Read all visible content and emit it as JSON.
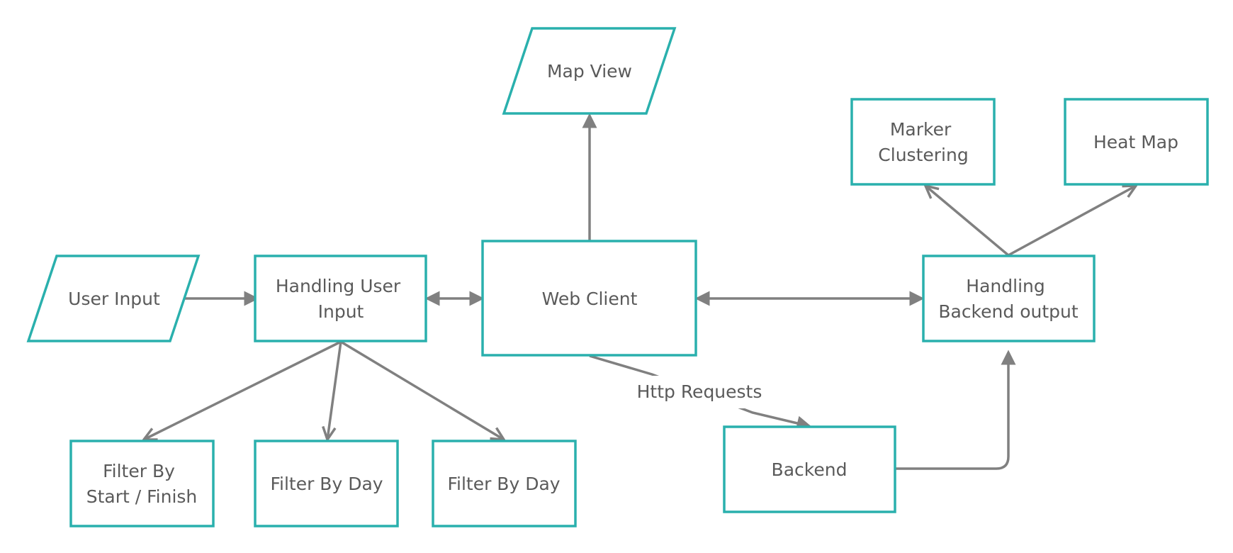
{
  "colors": {
    "node_border": "#2ab0ad",
    "edge": "#808080",
    "text": "#5a5a5a",
    "background": "#ffffff"
  },
  "nodes": {
    "map_view": {
      "shape": "parallelogram",
      "lines": [
        "Map View"
      ]
    },
    "user_input": {
      "shape": "parallelogram",
      "lines": [
        "User Input"
      ]
    },
    "handling_user_input": {
      "shape": "rectangle",
      "lines": [
        "Handling User",
        "Input"
      ]
    },
    "web_client": {
      "shape": "rectangle",
      "lines": [
        "Web Client"
      ]
    },
    "handling_backend_output": {
      "shape": "rectangle",
      "lines": [
        "Handling",
        "Backend output"
      ]
    },
    "marker_clustering": {
      "shape": "rectangle",
      "lines": [
        "Marker",
        "Clustering"
      ]
    },
    "heat_map": {
      "shape": "rectangle",
      "lines": [
        "Heat Map"
      ]
    },
    "filter_start_finish": {
      "shape": "rectangle",
      "lines": [
        "Filter By",
        "Start / Finish"
      ]
    },
    "filter_by_day_1": {
      "shape": "rectangle",
      "lines": [
        "Filter By Day"
      ]
    },
    "filter_by_day_2": {
      "shape": "rectangle",
      "lines": [
        "Filter By Day"
      ]
    },
    "backend": {
      "shape": "rectangle",
      "lines": [
        "Backend"
      ]
    }
  },
  "edges": [
    {
      "from": "user_input",
      "to": "handling_user_input",
      "direction": "forward"
    },
    {
      "from": "handling_user_input",
      "to": "web_client",
      "direction": "both"
    },
    {
      "from": "web_client",
      "to": "map_view",
      "direction": "forward"
    },
    {
      "from": "web_client",
      "to": "handling_backend_output",
      "direction": "both"
    },
    {
      "from": "handling_user_input",
      "to": "filter_start_finish",
      "direction": "forward"
    },
    {
      "from": "handling_user_input",
      "to": "filter_by_day_1",
      "direction": "forward"
    },
    {
      "from": "handling_user_input",
      "to": "filter_by_day_2",
      "direction": "forward"
    },
    {
      "from": "handling_backend_output",
      "to": "marker_clustering",
      "direction": "forward"
    },
    {
      "from": "handling_backend_output",
      "to": "heat_map",
      "direction": "forward"
    },
    {
      "from": "web_client",
      "to": "backend",
      "direction": "forward",
      "label": "Http Requests"
    },
    {
      "from": "backend",
      "to": "handling_backend_output",
      "direction": "forward"
    }
  ]
}
